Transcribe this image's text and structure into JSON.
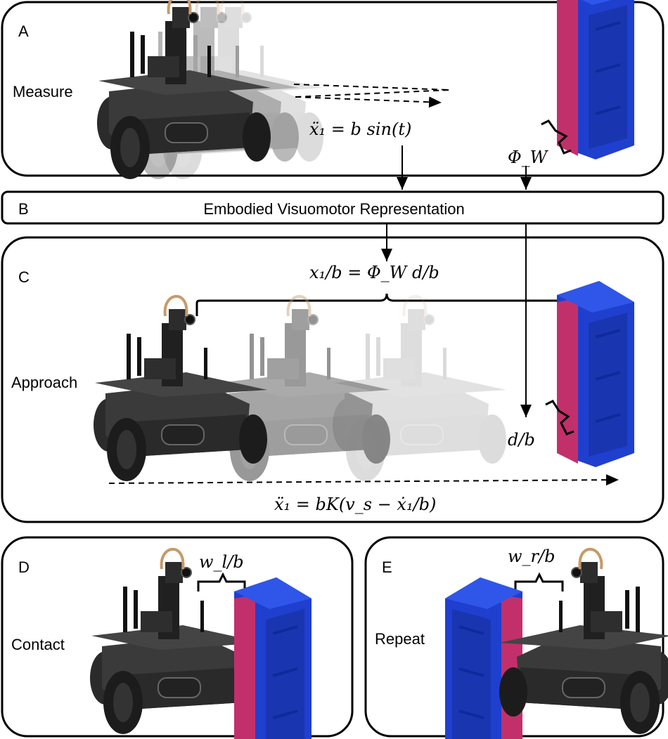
{
  "panels": {
    "A": {
      "letter": "A",
      "label": "Measure",
      "equation": "ẍ₁ = b sin(t)",
      "bracket_label": "Φ_W"
    },
    "B": {
      "letter": "B",
      "title": "Embodied Visuomotor Representation"
    },
    "C": {
      "letter": "C",
      "label": "Approach",
      "top_equation": "x₁/b = Φ_W d/b",
      "distance_label": "d/b",
      "bottom_equation": "ẍ₁ = bK(v_s − ẋ₁/b)"
    },
    "D": {
      "letter": "D",
      "label": "Contact",
      "gap_label": "w_l/b"
    },
    "E": {
      "letter": "E",
      "label": "Repeat",
      "gap_label": "w_r/b"
    }
  },
  "colors": {
    "bin_blue": "#1f3fcf",
    "bin_dark": "#0f2a9a",
    "bin_pink": "#c2306b",
    "robot": "#2a2a2a"
  }
}
